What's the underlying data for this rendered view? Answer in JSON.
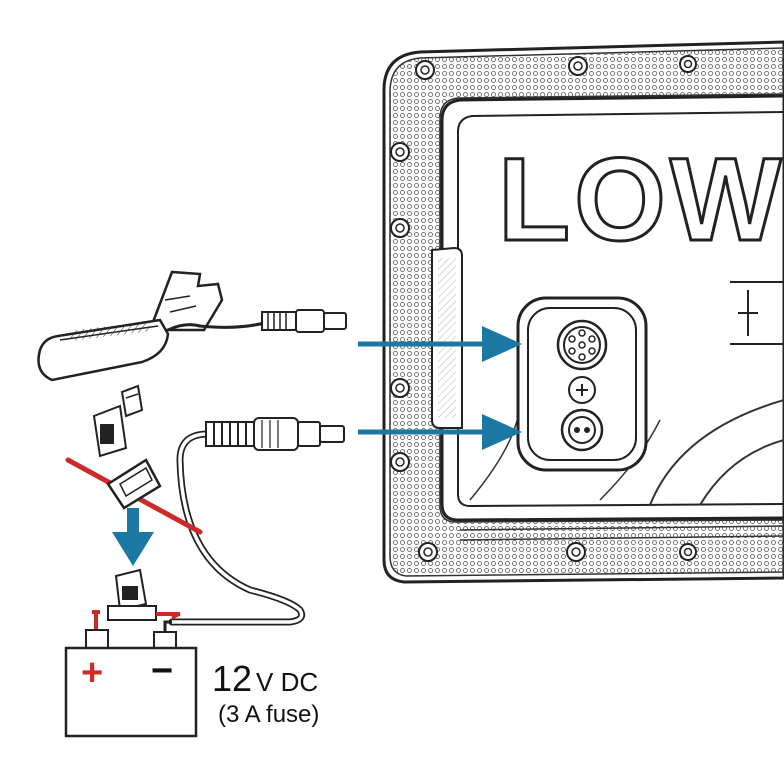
{
  "brand_text": "LOWRANCE",
  "power_label": {
    "voltage_number": "12",
    "voltage_unit": "V DC",
    "fuse_note": "(3 A fuse)"
  },
  "battery": {
    "positive_symbol": "+",
    "negative_symbol": "−"
  },
  "colors": {
    "arrow": "#1a78a3",
    "wire_red": "#cc2a2a",
    "outline": "#222222",
    "positive": "#d22a2a"
  }
}
